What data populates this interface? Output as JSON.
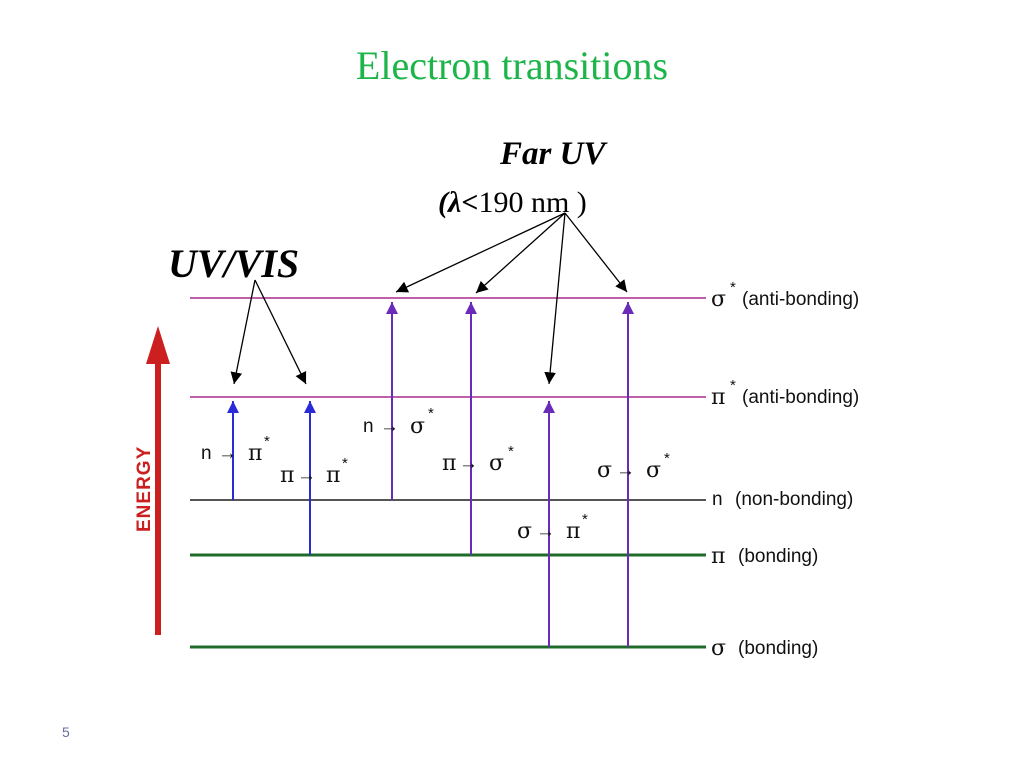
{
  "slide": {
    "title": "Electron transitions",
    "page_number": "5"
  },
  "annotations": {
    "far_uv": "Far UV",
    "far_uv_open": "(",
    "far_uv_lambda": "λ",
    "far_uv_less": "<",
    "far_uv_value": "190 nm )",
    "uv_vis": "UV/VIS"
  },
  "levels": {
    "sigma_star": {
      "symbol": "σ",
      "sup": "*",
      "text": "(anti-bonding)"
    },
    "pi_star": {
      "symbol": "π",
      "sup": "*",
      "text": "(anti-bonding)"
    },
    "n": {
      "symbol": "n",
      "text": "(non-bonding)"
    },
    "pi": {
      "symbol": "π",
      "text": "(bonding)"
    },
    "sigma": {
      "symbol": "σ",
      "text": "(bonding)"
    }
  },
  "transitions": {
    "n_pi_star": {
      "from": "n",
      "arrow": "→",
      "to": "π",
      "sup": "*"
    },
    "pi_pi_star": {
      "from": "π",
      "arrow": "→",
      "to": "π",
      "sup": "*"
    },
    "n_sigma_star": {
      "from": "n",
      "arrow": "→",
      "to": "σ",
      "sup": "*"
    },
    "pi_sigma_star": {
      "from": "π",
      "arrow": "→",
      "to": "σ",
      "sup": "*"
    },
    "sigma_pi_star": {
      "from": "σ",
      "arrow": "→",
      "to": "π",
      "sup": "*"
    },
    "sigma_sigma_star": {
      "from": "σ",
      "arrow": "→",
      "to": "σ",
      "sup": "*"
    }
  },
  "axis": {
    "label": "ENERGY"
  },
  "colors": {
    "title": "#1db54a",
    "antibonding_line": "#c060a8",
    "nonbonding_line": "#555555",
    "bonding_line": "#1f6b2a",
    "uvvis_arrow": "#2a2ad8",
    "faruv_arrow": "#6a2bb8",
    "energy": "#cc1f1f"
  }
}
